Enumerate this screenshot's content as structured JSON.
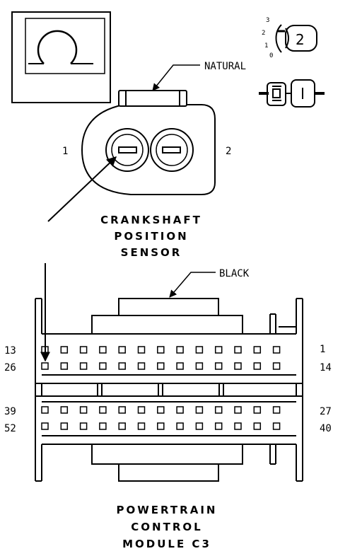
{
  "sensor_connector": {
    "color_label": "NATURAL",
    "pin_left": "1",
    "pin_right": "2",
    "title_lines": [
      "CRANKSHAFT",
      "POSITION",
      "SENSOR"
    ],
    "view_scale": [
      "3",
      "2",
      "1",
      "0"
    ],
    "view_badge": "2"
  },
  "pcm_connector": {
    "color_label": "BLACK",
    "row_labels_left": [
      "13",
      "26",
      "39",
      "52"
    ],
    "row_labels_right": [
      "1",
      "14",
      "27",
      "40"
    ],
    "title_lines": [
      "POWERTRAIN",
      "CONTROL",
      "MODULE C3"
    ]
  }
}
